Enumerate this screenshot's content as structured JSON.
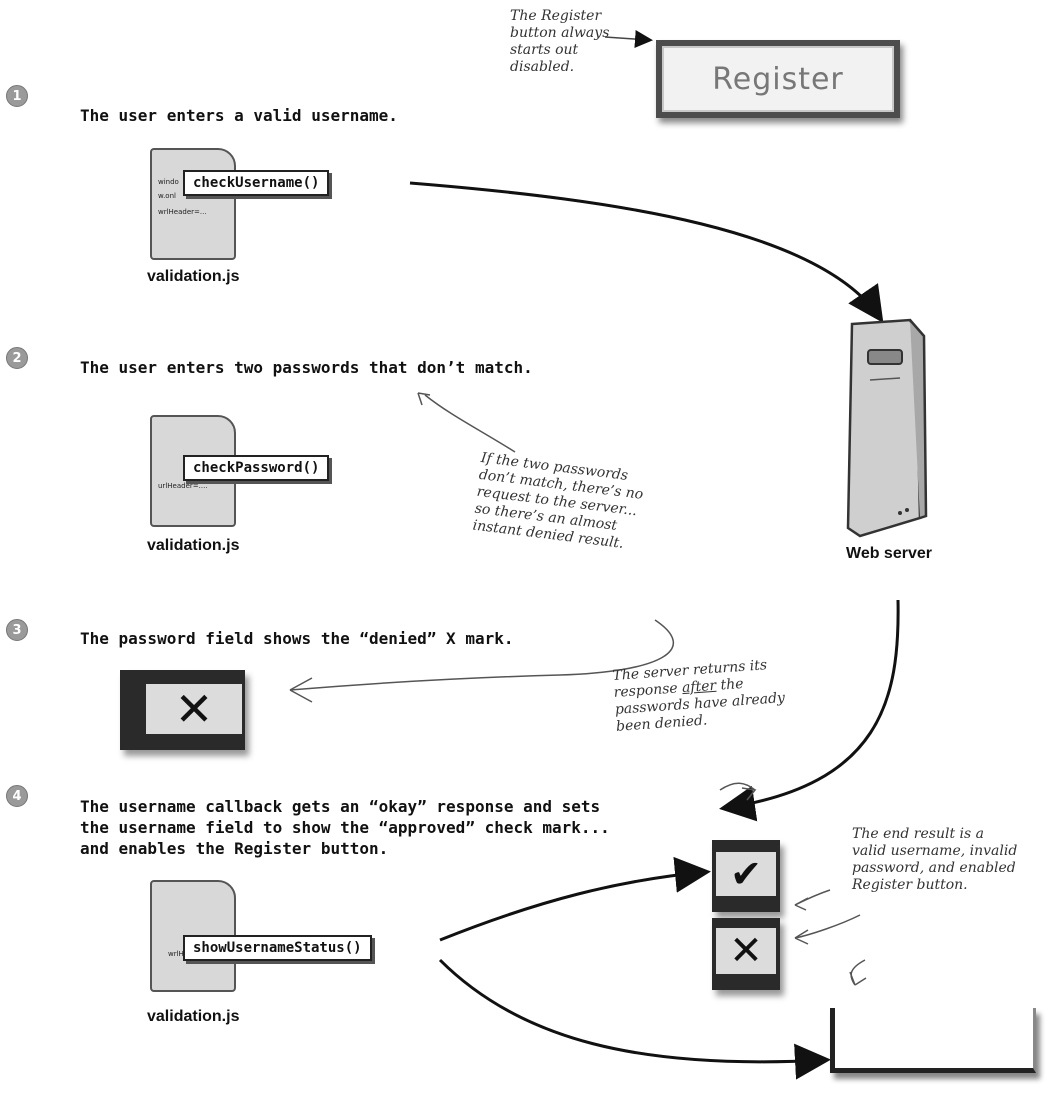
{
  "steps": [
    {
      "num": "1",
      "text": "The user enters a valid username."
    },
    {
      "num": "2",
      "text": "The user enters two passwords that don’t match."
    },
    {
      "num": "3",
      "text": "The password field shows the “denied” X mark."
    },
    {
      "num": "4",
      "lines": [
        "The username callback gets an “okay” response and sets",
        "the username field to show the “approved” check mark...",
        "and enables the Register button."
      ]
    }
  ],
  "files": [
    {
      "label": "validation.js",
      "func": "checkUsername()",
      "doc_lines": [
        "windo",
        "w.onl",
        "wrlHeader=..."
      ]
    },
    {
      "label": "validation.js",
      "func": "checkPassword()",
      "doc_lines": [
        "urlHeader=...."
      ]
    },
    {
      "label": "validation.js",
      "func": "showUsernameStatus()",
      "doc_lines": [
        "wrlHeader="
      ]
    }
  ],
  "register_button": {
    "label": "Register"
  },
  "server": {
    "label": "Web server"
  },
  "notes": {
    "register_disabled": "The Register\nbutton always\nstarts out\ndisabled.",
    "no_request": "If the two passwords\ndon’t match, there’s no\nrequest to the server...\nso there’s an almost\ninstant denied result.",
    "server_after_prefix": "The server returns its\nresponse ",
    "server_after_emph": "after",
    "server_after_suffix": " the\npasswords have already\nbeen denied.",
    "end_result": "The end result is a\nvalid username, invalid\npassword, and enabled\nRegister button."
  },
  "status_marks": {
    "denied": "✕",
    "approved": "✔"
  }
}
